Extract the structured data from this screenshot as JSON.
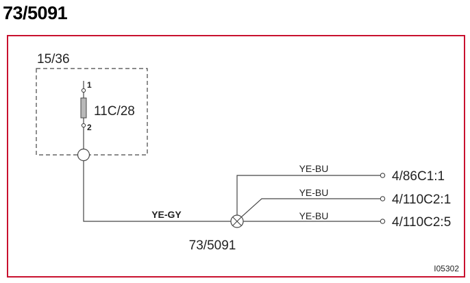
{
  "title": "73/5091",
  "colors": {
    "frame": "#c8102e",
    "line": "#444444",
    "text": "#222222"
  },
  "component_box": {
    "label": "15/36",
    "fuse_label": "11C/28",
    "pin_top": "1",
    "pin_bottom": "2"
  },
  "main_wire": {
    "color_code": "YE-GY"
  },
  "junction": {
    "label": "73/5091"
  },
  "branches": [
    {
      "wire": "YE-BU",
      "terminal": "4/86C1:1"
    },
    {
      "wire": "YE-BU",
      "terminal": "4/110C2:1"
    },
    {
      "wire": "YE-BU",
      "terminal": "4/110C2:5"
    }
  ],
  "figure_id": "I05302"
}
